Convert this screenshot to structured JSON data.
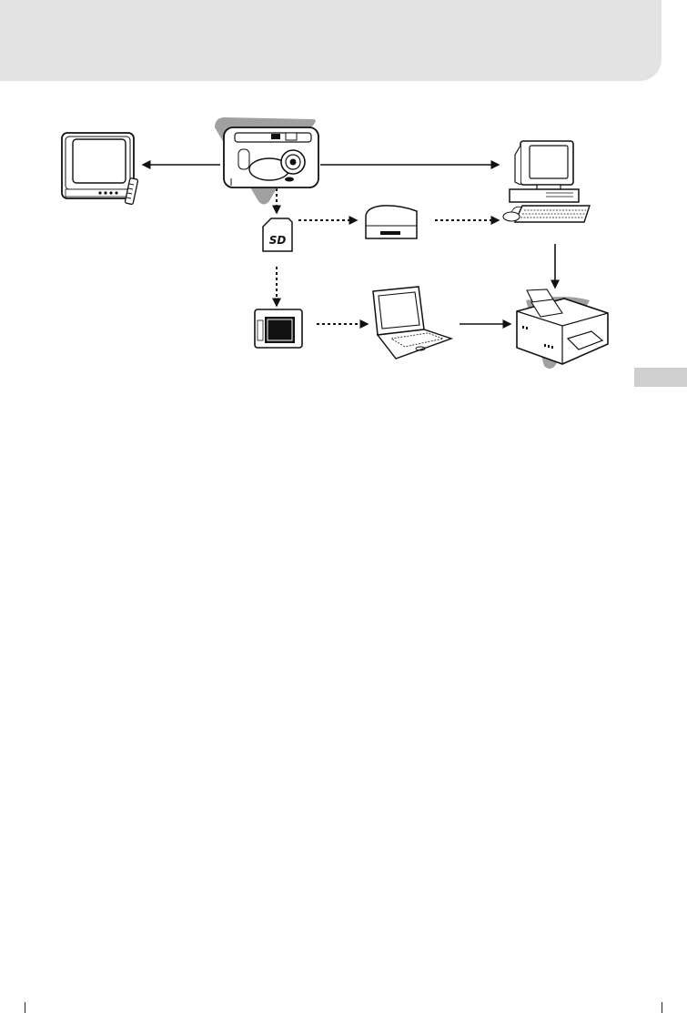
{
  "page": {
    "header_band_color": "#e3e3e3",
    "side_tab_color": "#cfcfcf",
    "shadow_accent_color": "#a0a0a0",
    "line_color": "#111111"
  },
  "diagram": {
    "nodes": [
      {
        "id": "camera",
        "icon": "digital-camera-icon"
      },
      {
        "id": "tv",
        "icon": "television-with-remote-icon"
      },
      {
        "id": "computer",
        "icon": "desktop-computer-icon"
      },
      {
        "id": "sd-card",
        "icon": "sd-card-icon",
        "card_text": "SD"
      },
      {
        "id": "card-reader",
        "icon": "card-reader-icon"
      },
      {
        "id": "pc-card-adapter",
        "icon": "pc-card-adapter-icon"
      },
      {
        "id": "laptop",
        "icon": "laptop-computer-icon"
      },
      {
        "id": "printer",
        "icon": "printer-icon"
      }
    ],
    "connections": [
      {
        "from": "camera",
        "to": "tv",
        "style": "solid"
      },
      {
        "from": "camera",
        "to": "computer",
        "style": "solid"
      },
      {
        "from": "camera",
        "to": "sd-card",
        "style": "dotted"
      },
      {
        "from": "sd-card",
        "to": "card-reader",
        "style": "dotted"
      },
      {
        "from": "card-reader",
        "to": "computer",
        "style": "dotted"
      },
      {
        "from": "sd-card",
        "to": "pc-card-adapter",
        "style": "dotted"
      },
      {
        "from": "pc-card-adapter",
        "to": "laptop",
        "style": "dotted"
      },
      {
        "from": "laptop",
        "to": "printer",
        "style": "solid"
      },
      {
        "from": "computer",
        "to": "printer",
        "style": "solid"
      }
    ]
  }
}
